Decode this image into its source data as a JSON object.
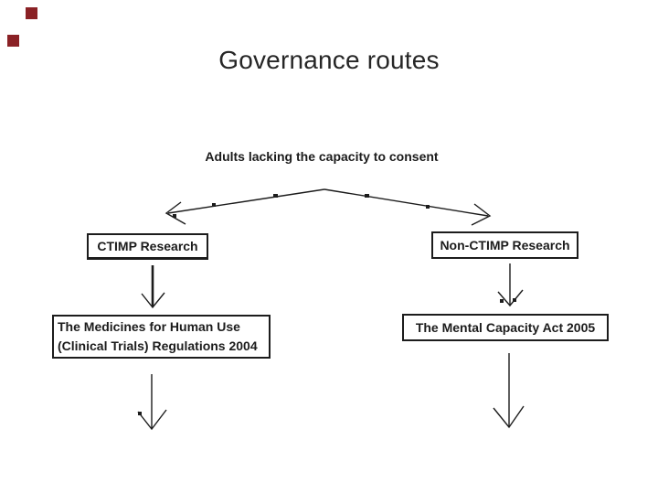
{
  "slide": {
    "title": "Governance routes"
  },
  "colors": {
    "accent-square": "#8a2125",
    "ink": "#1c1c1c",
    "title": "#262626",
    "paper": "#ffffff"
  },
  "diagram": {
    "root": {
      "label": "Adults lacking the capacity to consent"
    },
    "ctimp": {
      "label": "CTIMP Research"
    },
    "non_ctimp": {
      "label": "Non-CTIMP Research"
    },
    "medicines": {
      "line1": "The Medicines for Human Use",
      "line2": "(Clinical Trials) Regulations 2004"
    },
    "mca": {
      "label": "The Mental Capacity Act 2005"
    }
  }
}
